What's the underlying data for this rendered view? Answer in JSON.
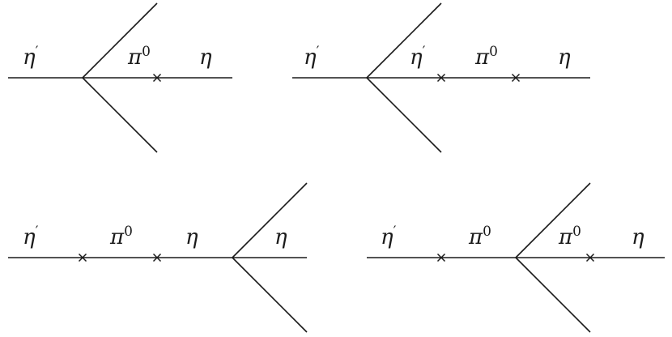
{
  "diagrams": [
    {
      "labels": [
        {
          "base": "η",
          "sup": "′"
        },
        {
          "base": "π",
          "sup": "0"
        },
        {
          "base": "η",
          "sup": ""
        }
      ]
    },
    {
      "labels": [
        {
          "base": "η",
          "sup": "′"
        },
        {
          "base": "η",
          "sup": "′"
        },
        {
          "base": "π",
          "sup": "0"
        },
        {
          "base": "η",
          "sup": ""
        }
      ]
    },
    {
      "labels": [
        {
          "base": "η",
          "sup": "′"
        },
        {
          "base": "π",
          "sup": "0"
        },
        {
          "base": "η",
          "sup": ""
        },
        {
          "base": "η",
          "sup": ""
        }
      ]
    },
    {
      "labels": [
        {
          "base": "η",
          "sup": "′"
        },
        {
          "base": "π",
          "sup": "0"
        },
        {
          "base": "π",
          "sup": "0"
        },
        {
          "base": "η",
          "sup": ""
        }
      ]
    }
  ]
}
